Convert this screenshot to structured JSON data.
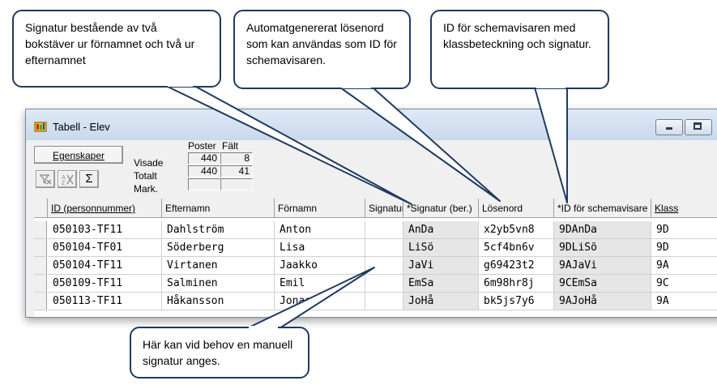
{
  "window": {
    "title": "Tabell - Elev",
    "properties_button": "Egenskaper",
    "tool_buttons": [
      "filter-clear",
      "sort-clear",
      "Σ"
    ],
    "stats": {
      "head_posts": "Poster",
      "head_fields": "Fält",
      "visade_label": "Visade",
      "totalt_label": "Totalt",
      "mark_label": "Mark.",
      "visade_posts": "440",
      "visade_fields": "8",
      "totalt_posts": "440",
      "totalt_fields": "41",
      "mark_posts": "",
      "mark_fields": ""
    }
  },
  "grid": {
    "columns": [
      "ID (personnummer)",
      "Efternamn",
      "Förnamn",
      "Signatur",
      "*Signatur (ber.)",
      "Lösenord",
      "*ID för schemavisare",
      "Klass"
    ],
    "rows": [
      [
        "050103-TF11",
        "Dahlström",
        "Anton",
        "",
        "AnDa",
        "x2yb5vn8",
        "9DAnDa",
        "9D"
      ],
      [
        "050104-TF01",
        "Söderberg",
        "Lisa",
        "",
        "LiSö",
        "5cf4bn6v",
        "9DLiSö",
        "9D"
      ],
      [
        "050104-TF11",
        "Virtanen",
        "Jaakko",
        "",
        "JaVi",
        "g69423t2",
        "9AJaVi",
        "9A"
      ],
      [
        "050109-TF11",
        "Salminen",
        "Emil",
        "",
        "EmSa",
        "6m98hr8j",
        "9CEmSa",
        "9C"
      ],
      [
        "050113-TF11",
        "Håkansson",
        "Jonas",
        "",
        "JoHå",
        "bk5js7y6",
        "9AJoHå",
        "9A"
      ]
    ]
  },
  "callouts": {
    "signature": "Signatur bestående av två bokstäver ur förnamnet och två ur efternamnet",
    "password": "Automatgenererat lösenord som kan användas som ID för schemavisaren.",
    "schedule_id": "ID för schemavisaren med klassbeteckning och signatur.",
    "manual": "Här kan vid behov en manuell signatur anges."
  },
  "colors": {
    "callout_border": "#1f3a5f",
    "shaded_cell": "#e6e6e6",
    "titlebar": "#d3e0ef"
  }
}
